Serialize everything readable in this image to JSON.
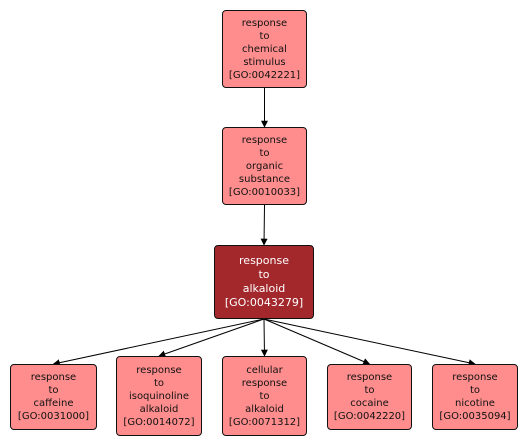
{
  "diagram": {
    "nodes": [
      {
        "id": "n1",
        "lines": [
          "response",
          "to",
          "chemical",
          "stimulus",
          "[GO:0042221]"
        ]
      },
      {
        "id": "n2",
        "lines": [
          "response",
          "to",
          "organic",
          "substance",
          "[GO:0010033]"
        ]
      },
      {
        "id": "n3",
        "lines": [
          "response",
          "to",
          "alkaloid",
          "[GO:0043279]"
        ],
        "focus": true
      },
      {
        "id": "n4",
        "lines": [
          "response",
          "to",
          "caffeine",
          "[GO:0031000]"
        ]
      },
      {
        "id": "n5",
        "lines": [
          "response",
          "to",
          "isoquinoline",
          "alkaloid",
          "[GO:0014072]"
        ]
      },
      {
        "id": "n6",
        "lines": [
          "cellular",
          "response",
          "to",
          "alkaloid",
          "[GO:0071312]"
        ]
      },
      {
        "id": "n7",
        "lines": [
          "response",
          "to",
          "cocaine",
          "[GO:0042220]"
        ]
      },
      {
        "id": "n8",
        "lines": [
          "response",
          "to",
          "nicotine",
          "[GO:0035094]"
        ]
      }
    ],
    "edges": [
      {
        "from": "n1",
        "to": "n2"
      },
      {
        "from": "n2",
        "to": "n3"
      },
      {
        "from": "n3",
        "to": "n4"
      },
      {
        "from": "n3",
        "to": "n5"
      },
      {
        "from": "n3",
        "to": "n6"
      },
      {
        "from": "n3",
        "to": "n7"
      },
      {
        "from": "n3",
        "to": "n8"
      }
    ],
    "colors": {
      "node_fill": "#ff8d8d",
      "focus_fill": "#a2282c",
      "border": "#111111",
      "edge": "#000000"
    }
  }
}
